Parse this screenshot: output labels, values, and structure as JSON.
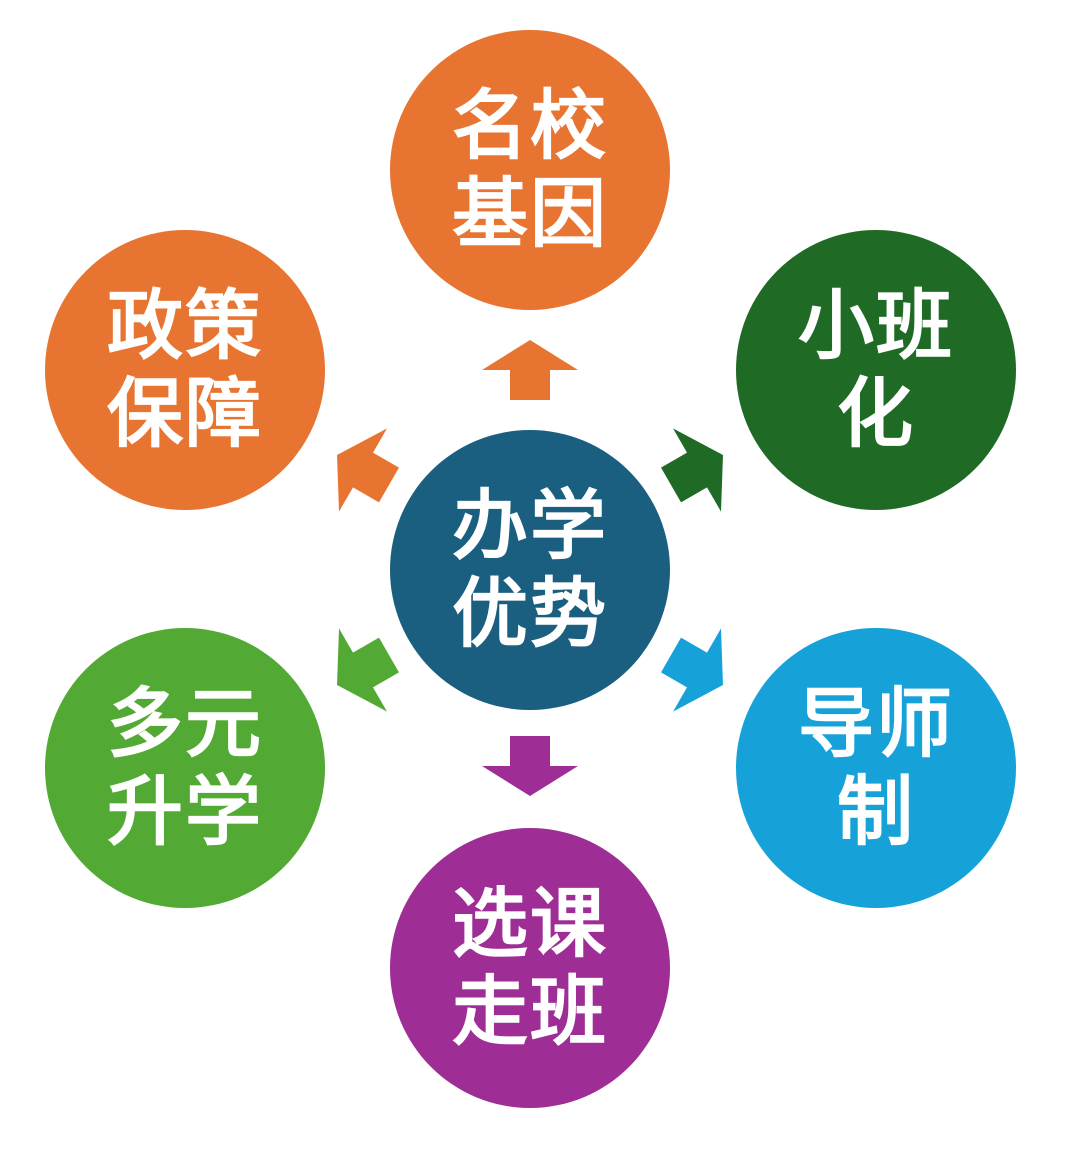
{
  "colors": {
    "center": "#1a5f80",
    "top": "#e87432",
    "top_right": "#1f6b26",
    "bottom_right": "#16a2d8",
    "bottom": "#9e2d96",
    "bottom_left": "#52a934",
    "top_left": "#e87432"
  },
  "center": {
    "line1": "办学",
    "line2": "优势"
  },
  "nodes": {
    "top": {
      "line1": "名校",
      "line2": "基因"
    },
    "top_right": {
      "line1": "小班",
      "line2": "化"
    },
    "bottom_right": {
      "line1": "导师",
      "line2": "制"
    },
    "bottom": {
      "line1": "选课",
      "line2": "走班"
    },
    "bottom_left": {
      "line1": "多元",
      "line2": "升学"
    },
    "top_left": {
      "line1": "政策",
      "line2": "保障"
    }
  },
  "arrow_icons": [
    "arrow-up-icon",
    "arrow-up-right-icon",
    "arrow-down-right-icon",
    "arrow-down-icon",
    "arrow-down-left-icon",
    "arrow-up-left-icon"
  ]
}
